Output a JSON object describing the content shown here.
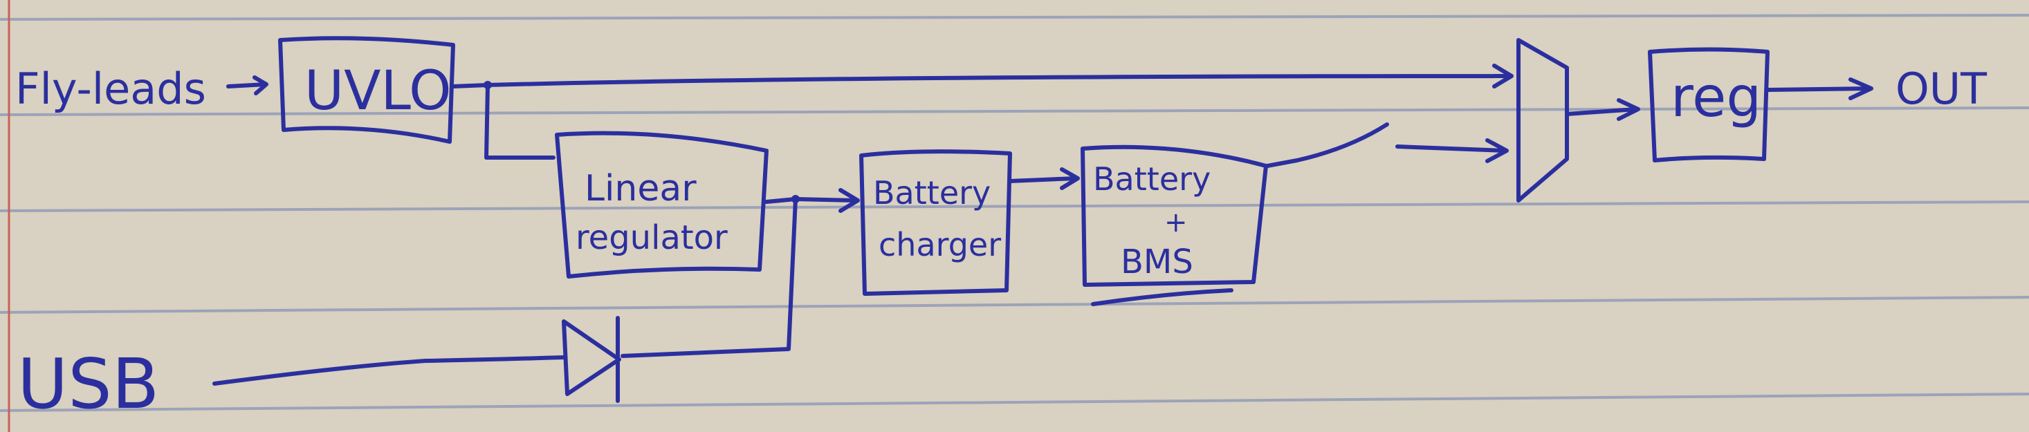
{
  "colors": {
    "paper": "#d9d1c1",
    "ink": "#2b2f9e",
    "rule": "#8e98b8",
    "margin": "#c9605a"
  },
  "labels": {
    "fly_leads": "Fly-leads",
    "usb": "USB",
    "out": "OUT"
  },
  "blocks": {
    "uvlo": "UVLO",
    "linear_regulator": [
      "Linear",
      "regulator"
    ],
    "battery_charger": [
      "Battery",
      "charger"
    ],
    "battery_bms": [
      "Battery",
      "+",
      "BMS"
    ],
    "reg": "reg"
  },
  "components": {
    "diode": "diode-icon",
    "mux": "mux-icon",
    "switch": "switch-icon"
  }
}
